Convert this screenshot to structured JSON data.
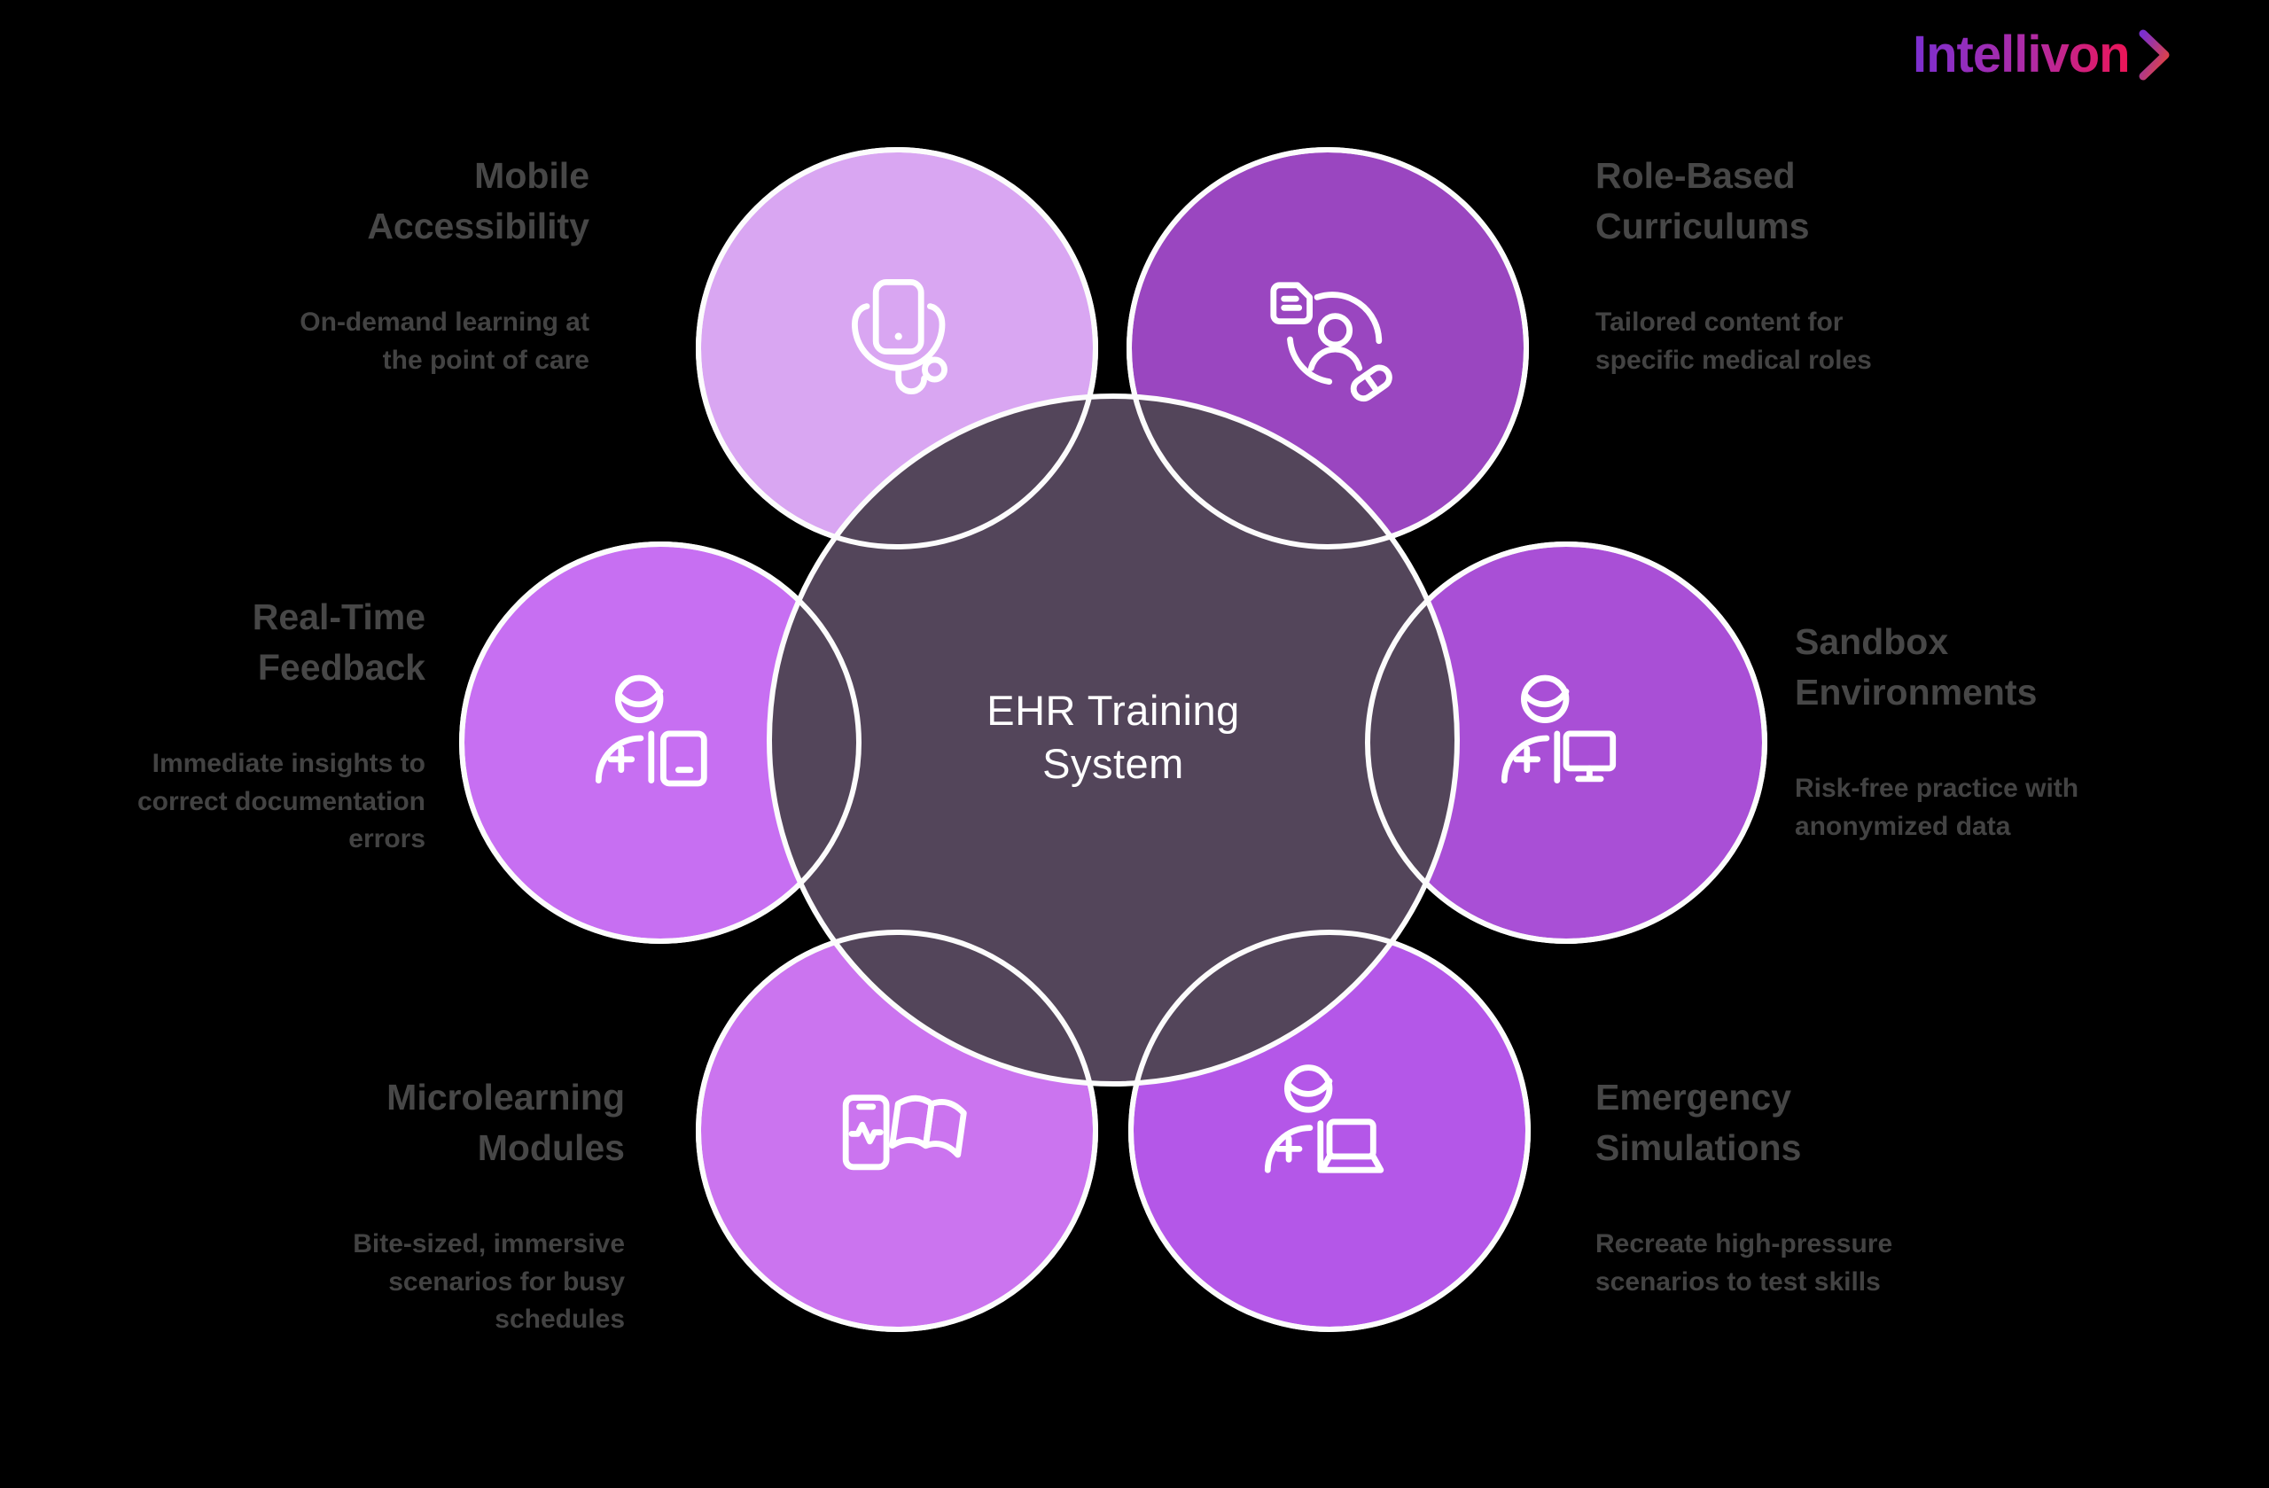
{
  "logo": {
    "name": "Intellivon",
    "chevron": "chevron-right"
  },
  "center": {
    "label": "EHR Training\nSystem",
    "color": "#53455A",
    "ring_color": "#FCFCFC"
  },
  "palette": {
    "background": "#000000",
    "label_title": "#474747",
    "label_body": "#434343",
    "center_text": "#FFFFFF",
    "logo_gradient_start": "#7B2FD0",
    "logo_gradient_end": "#ED1455"
  },
  "items": [
    {
      "key": "mobile-accessibility",
      "title": "Mobile\nAccessibility",
      "description": "On-demand learning at\nthe point of care",
      "color": "#D9A6F2",
      "icon": "phone-stethoscope-icon"
    },
    {
      "key": "role-based-curriculums",
      "title": "Role-Based\nCurriculums",
      "description": "Tailored content for\nspecific medical roles",
      "color": "#9A46C0",
      "icon": "document-person-pill-icon"
    },
    {
      "key": "sandbox-environments",
      "title": "Sandbox\nEnvironments",
      "description": "Risk-free practice with\nanonymized data",
      "color": "#A94FD6",
      "icon": "clinician-monitor-icon"
    },
    {
      "key": "emergency-simulations",
      "title": "Emergency\nSimulations",
      "description": "Recreate high-pressure\nscenarios to test skills",
      "color": "#B457E8",
      "icon": "clinician-laptop-icon"
    },
    {
      "key": "microlearning-modules",
      "title": "Microlearning\nModules",
      "description": "Bite-sized, immersive\nscenarios for busy\nschedules",
      "color": "#CB74EF",
      "icon": "phone-book-icon"
    },
    {
      "key": "real-time-feedback",
      "title": "Real-Time\nFeedback",
      "description": "Immediate insights to\ncorrect documentation\nerrors",
      "color": "#C76FF2",
      "icon": "clinician-tablet-icon"
    }
  ]
}
